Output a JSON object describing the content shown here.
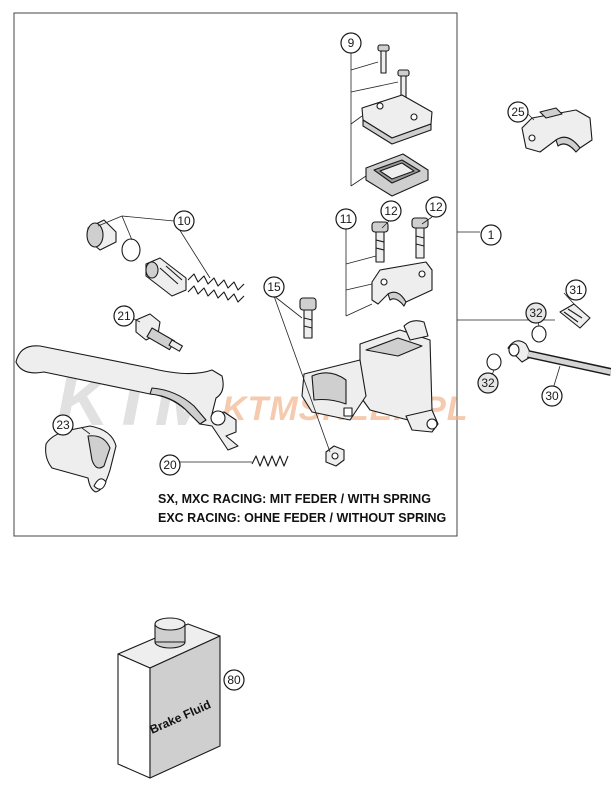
{
  "callouts": {
    "c1": "1",
    "c9": "9",
    "c10": "10",
    "c11": "11",
    "c12a": "12",
    "c12b": "12",
    "c15": "15",
    "c20": "20",
    "c21": "21",
    "c23": "23",
    "c25": "25",
    "c30": "30",
    "c31": "31",
    "c32a": "32",
    "c32b": "32",
    "c80": "80"
  },
  "notes": {
    "line1": "SX, MXC RACING: MIT FEDER / WITH SPRING",
    "line2": "EXC RACING: OHNE FEDER / WITHOUT SPRING"
  },
  "watermark": {
    "logo": "KTM",
    "site": "KTMSKLEP.PL"
  },
  "bottle": {
    "label": "Brake Fluid"
  }
}
